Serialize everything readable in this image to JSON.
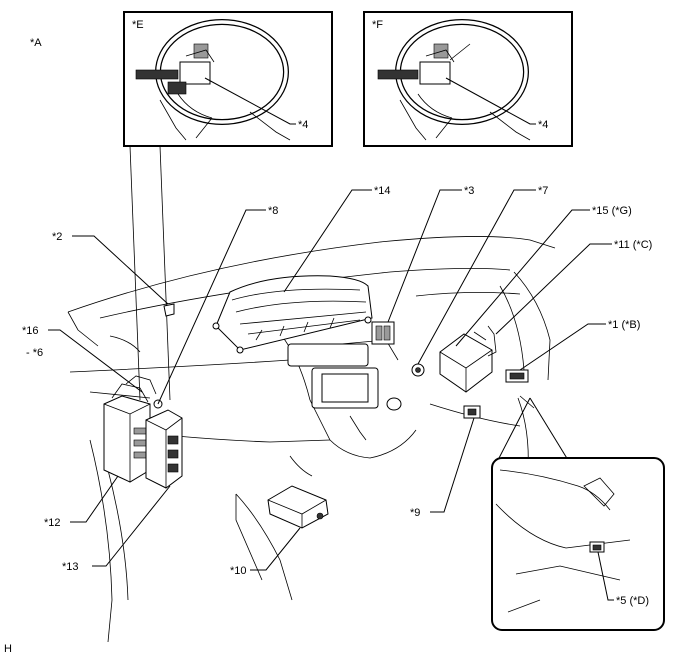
{
  "view_label": "*A",
  "inset_e": {
    "label": "*E",
    "callout": "*4"
  },
  "inset_f": {
    "label": "*F",
    "callout": "*4"
  },
  "detail_callout": "*5 (*D)",
  "callouts": {
    "c1": "*1 (*B)",
    "c2": "*2",
    "c3": "*3",
    "c6": "- *6",
    "c7": "*7",
    "c8": "*8",
    "c9": "*9",
    "c10": "*10",
    "c11": "*11 (*C)",
    "c12": "*12",
    "c13": "*13",
    "c14": "*14",
    "c15": "*15 (*G)",
    "c16": "*16"
  },
  "corner_mark": "H"
}
